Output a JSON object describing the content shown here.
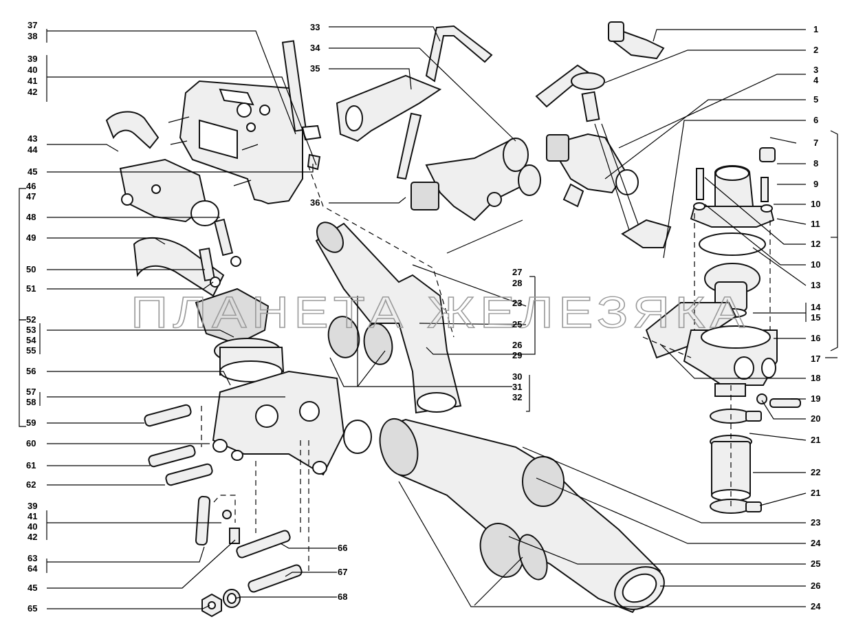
{
  "watermark": "ПЛАНЕТА ЖЕЛЕЗЯКА",
  "left_labels": [
    "37",
    "38",
    "39",
    "40",
    "41",
    "42",
    "43",
    "44",
    "45",
    "46",
    "47",
    "48",
    "49",
    "50",
    "51",
    "52",
    "53",
    "54",
    "55",
    "56",
    "57",
    "58",
    "59",
    "60",
    "61",
    "62",
    "39",
    "41",
    "40",
    "42",
    "63",
    "64",
    "45",
    "65"
  ],
  "top_labels": [
    "33",
    "34",
    "35",
    "36"
  ],
  "right_labels": [
    "1",
    "2",
    "3",
    "4",
    "5",
    "6",
    "7",
    "8",
    "9",
    "10",
    "11",
    "12",
    "10",
    "13",
    "14",
    "15",
    "16",
    "17",
    "18",
    "19",
    "20",
    "21",
    "22",
    "21",
    "23",
    "24",
    "25",
    "26",
    "24"
  ],
  "middle_labels": [
    "23",
    "25",
    "27",
    "28",
    "26",
    "29",
    "30",
    "31",
    "32"
  ],
  "bottom_labels": [
    "66",
    "67",
    "68"
  ]
}
